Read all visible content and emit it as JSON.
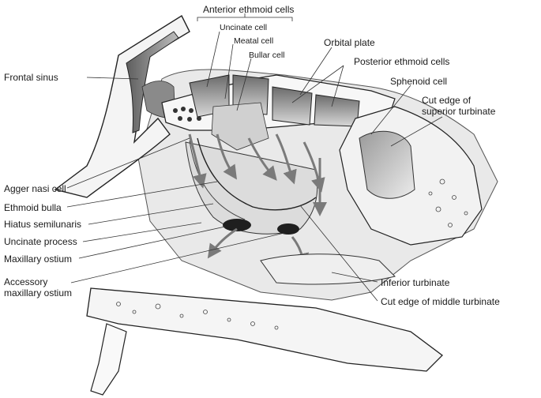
{
  "labels": {
    "anterior_ethmoid_cells": "Anterior ethmoid cells",
    "uncinate_cell": "Uncinate cell",
    "meatal_cell": "Meatal cell",
    "bullar_cell": "Bullar cell",
    "orbital_plate": "Orbital plate",
    "posterior_ethmoid_cells": "Posterior ethmoid cells",
    "frontal_sinus": "Frontal sinus",
    "sphenoid_cell": "Sphenoid cell",
    "cut_edge_superior_turbinate_line1": "Cut edge of",
    "cut_edge_superior_turbinate_line2": "superior turbinate",
    "agger_nasi_cell": "Agger nasi cell",
    "ethmoid_bulla": "Ethmoid bulla",
    "hiatus_semilunaris": "Hiatus semilunaris",
    "uncinate_process": "Uncinate process",
    "maxillary_ostium": "Maxillary ostium",
    "accessory_maxillary_ostium_line1": "Accessory",
    "accessory_maxillary_ostium_line2": "maxillary ostium",
    "inferior_turbinate": "Inferior turbinate",
    "cut_edge_middle_turbinate": "Cut edge of middle turbinate"
  }
}
